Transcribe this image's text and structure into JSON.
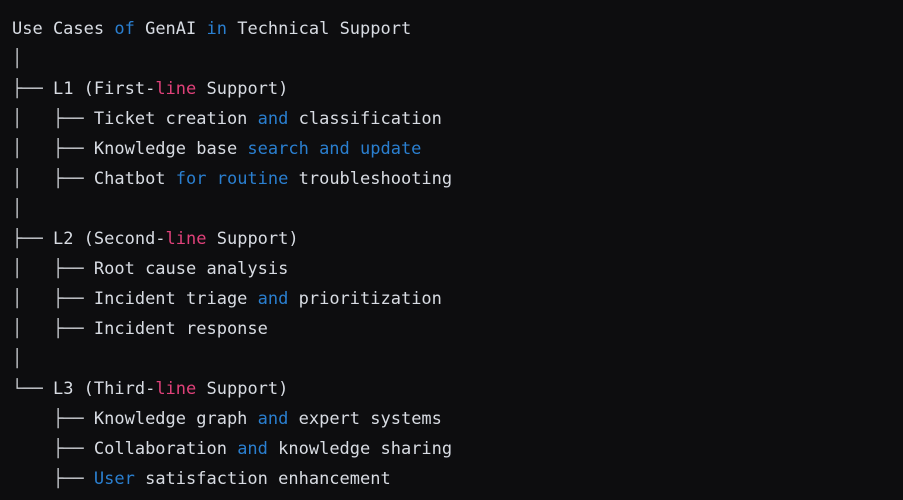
{
  "document": {
    "title": "Use Cases of GenAI in Technical Support",
    "background_color": "#0d0d0f",
    "colors": {
      "plain": "#d8dce3",
      "keyword": "#2a7fd0",
      "accent": "#e0417a",
      "guide": "#c9ccd1"
    }
  },
  "lines": [
    {
      "name": "root-title",
      "tokens": [
        {
          "text": "Use Cases ",
          "style": "plain"
        },
        {
          "text": "of",
          "style": "keyword"
        },
        {
          "text": " GenAI ",
          "style": "plain"
        },
        {
          "text": "in",
          "style": "keyword"
        },
        {
          "text": " Technical Support",
          "style": "plain"
        }
      ]
    },
    {
      "name": "spacer-1",
      "tokens": [
        {
          "text": "│",
          "style": "guide"
        }
      ]
    },
    {
      "name": "branch-l1",
      "tokens": [
        {
          "text": "├── ",
          "style": "guide"
        },
        {
          "text": "L1 (First-",
          "style": "plain"
        },
        {
          "text": "line",
          "style": "accent"
        },
        {
          "text": " Support)",
          "style": "plain"
        }
      ]
    },
    {
      "name": "leaf-l1-1",
      "tokens": [
        {
          "text": "│   ├── ",
          "style": "guide"
        },
        {
          "text": "Ticket creation ",
          "style": "plain"
        },
        {
          "text": "and",
          "style": "keyword"
        },
        {
          "text": " classification",
          "style": "plain"
        }
      ]
    },
    {
      "name": "leaf-l1-2",
      "tokens": [
        {
          "text": "│   ├── ",
          "style": "guide"
        },
        {
          "text": "Knowledge base ",
          "style": "plain"
        },
        {
          "text": "search and update",
          "style": "keyword"
        }
      ]
    },
    {
      "name": "leaf-l1-3",
      "tokens": [
        {
          "text": "│   ├── ",
          "style": "guide"
        },
        {
          "text": "Chatbot ",
          "style": "plain"
        },
        {
          "text": "for routine",
          "style": "keyword"
        },
        {
          "text": " troubleshooting",
          "style": "plain"
        }
      ]
    },
    {
      "name": "spacer-2",
      "tokens": [
        {
          "text": "│",
          "style": "guide"
        }
      ]
    },
    {
      "name": "branch-l2",
      "tokens": [
        {
          "text": "├── ",
          "style": "guide"
        },
        {
          "text": "L2 (Second-",
          "style": "plain"
        },
        {
          "text": "line",
          "style": "accent"
        },
        {
          "text": " Support)",
          "style": "plain"
        }
      ]
    },
    {
      "name": "leaf-l2-1",
      "tokens": [
        {
          "text": "│   ├── ",
          "style": "guide"
        },
        {
          "text": "Root cause analysis",
          "style": "plain"
        }
      ]
    },
    {
      "name": "leaf-l2-2",
      "tokens": [
        {
          "text": "│   ├── ",
          "style": "guide"
        },
        {
          "text": "Incident triage ",
          "style": "plain"
        },
        {
          "text": "and",
          "style": "keyword"
        },
        {
          "text": " prioritization",
          "style": "plain"
        }
      ]
    },
    {
      "name": "leaf-l2-3",
      "tokens": [
        {
          "text": "│   ├── ",
          "style": "guide"
        },
        {
          "text": "Incident response",
          "style": "plain"
        }
      ]
    },
    {
      "name": "spacer-3",
      "tokens": [
        {
          "text": "│",
          "style": "guide"
        }
      ]
    },
    {
      "name": "branch-l3",
      "tokens": [
        {
          "text": "└── ",
          "style": "guide"
        },
        {
          "text": "L3 (Third-",
          "style": "plain"
        },
        {
          "text": "line",
          "style": "accent"
        },
        {
          "text": " Support)",
          "style": "plain"
        }
      ]
    },
    {
      "name": "leaf-l3-1",
      "tokens": [
        {
          "text": "    ├── ",
          "style": "guide"
        },
        {
          "text": "Knowledge graph ",
          "style": "plain"
        },
        {
          "text": "and",
          "style": "keyword"
        },
        {
          "text": " expert systems",
          "style": "plain"
        }
      ]
    },
    {
      "name": "leaf-l3-2",
      "tokens": [
        {
          "text": "    ├── ",
          "style": "guide"
        },
        {
          "text": "Collaboration ",
          "style": "plain"
        },
        {
          "text": "and",
          "style": "keyword"
        },
        {
          "text": " knowledge sharing",
          "style": "plain"
        }
      ]
    },
    {
      "name": "leaf-l3-3",
      "tokens": [
        {
          "text": "    ├── ",
          "style": "guide"
        },
        {
          "text": "User",
          "style": "keyword"
        },
        {
          "text": " satisfaction enhancement",
          "style": "plain"
        }
      ]
    }
  ]
}
